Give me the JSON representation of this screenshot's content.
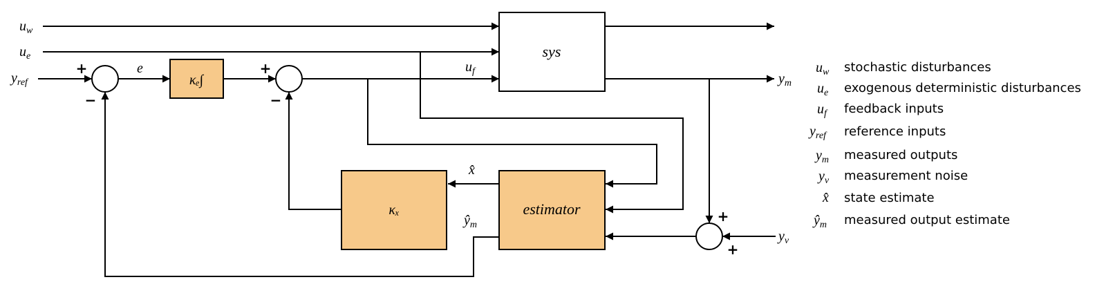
{
  "colors": {
    "block_fill": "#F7C98A",
    "line": "#000000",
    "background": "#FFFFFF"
  },
  "blocks": {
    "sys": "sys",
    "integrator": "κₑ∫",
    "gain": "κₓ",
    "estimator": "estimator"
  },
  "signals": {
    "u_w": "u_w",
    "u_e": "u_e",
    "u_f": "u_f",
    "y_ref": "y_ref",
    "y_m": "y_m",
    "y_v": "y_v",
    "e": "e",
    "x_hat": "x̂",
    "y_m_hat": "ŷ_m"
  },
  "signs": {
    "plus": "+",
    "minus": "−"
  },
  "legend": [
    {
      "symbol": "u_w",
      "text": "stochastic disturbances"
    },
    {
      "symbol": "u_e",
      "text": "exogenous deterministic disturbances"
    },
    {
      "symbol": "u_f",
      "text": "feedback inputs"
    },
    {
      "symbol": "y_ref",
      "text": "reference inputs"
    },
    {
      "symbol": "y_m",
      "text": "measured outputs"
    },
    {
      "symbol": "y_v",
      "text": "measurement noise"
    },
    {
      "symbol": "x̂",
      "text": "state estimate"
    },
    {
      "symbol": "ŷ_m",
      "text": "measured output estimate"
    }
  ]
}
